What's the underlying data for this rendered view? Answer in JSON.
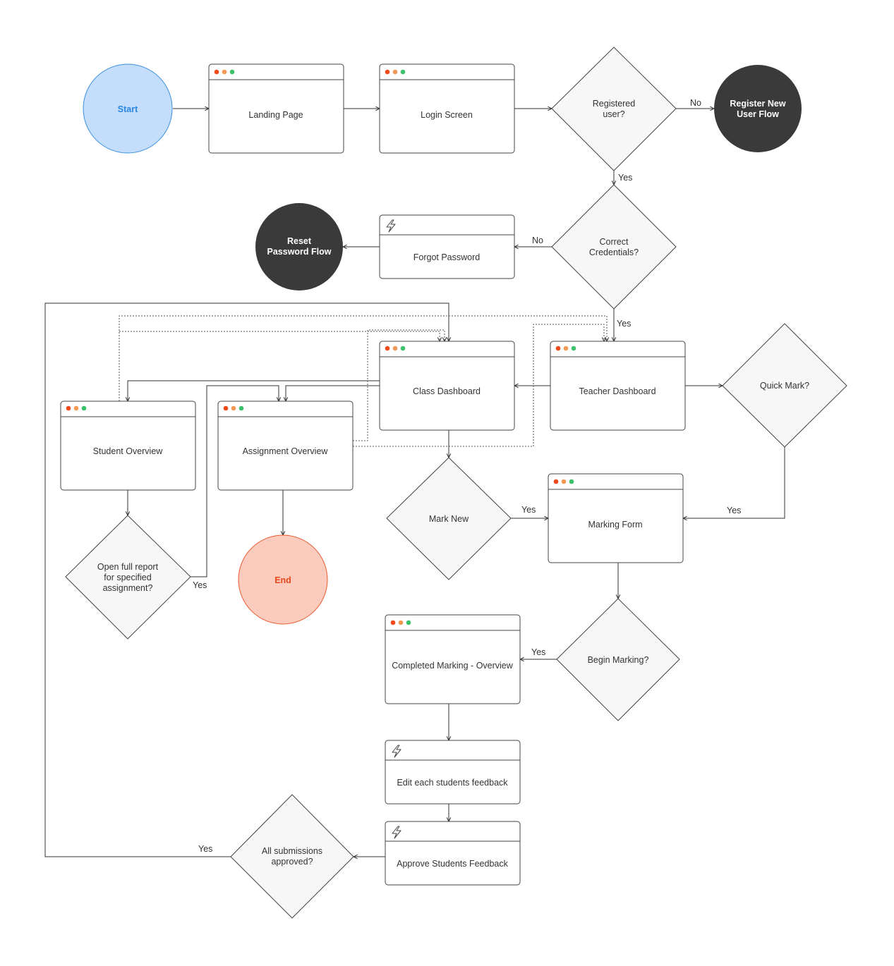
{
  "colors": {
    "start_fill": "#c3ddfb",
    "start_stroke": "#3b8fe0",
    "start_text": "#2a86e0",
    "end_fill": "#fbcbbd",
    "end_stroke": "#e85a30",
    "end_text": "#e6471b",
    "terminal_dark": "#3a3a3a",
    "dot_red": "#f04a1c",
    "dot_orange": "#f29a55",
    "dot_green": "#3cc06a"
  },
  "nodes": {
    "start": "Start",
    "end": "End",
    "landing_page": "Landing Page",
    "login_screen": "Login Screen",
    "registered_user": [
      "Registered",
      "user?"
    ],
    "register_new_user_flow": [
      "Register New",
      "User Flow"
    ],
    "correct_credentials": [
      "Correct",
      "Credentials?"
    ],
    "forgot_password": "Forgot Password",
    "reset_password_flow": [
      "Reset",
      "Password Flow"
    ],
    "class_dashboard": "Class Dashboard",
    "teacher_dashboard": "Teacher Dashboard",
    "quick_mark": "Quick Mark?",
    "student_overview": "Student Overview",
    "assignment_overview": "Assignment Overview",
    "mark_new": "Mark New",
    "marking_form": "Marking Form",
    "open_full_report": [
      "Open full report",
      "for specified",
      "assignment?"
    ],
    "begin_marking": "Begin Marking?",
    "completed_marking_overview": "Completed Marking - Overview",
    "edit_feedback": "Edit each students feedback",
    "approve_feedback": "Approve Students Feedback",
    "all_submissions_approved": [
      "All submissions",
      "approved?"
    ]
  },
  "edge_labels": {
    "no_register": "No",
    "yes_registered": "Yes",
    "no_credentials": "No",
    "yes_credentials": "Yes",
    "yes_quick_mark": "Yes",
    "yes_mark_new": "Yes",
    "yes_open_report": "Yes",
    "yes_begin_marking": "Yes",
    "yes_all_approved": "Yes"
  },
  "icons": {
    "window_dots": "traffic-light-dots",
    "lightning": "lightning-icon"
  }
}
